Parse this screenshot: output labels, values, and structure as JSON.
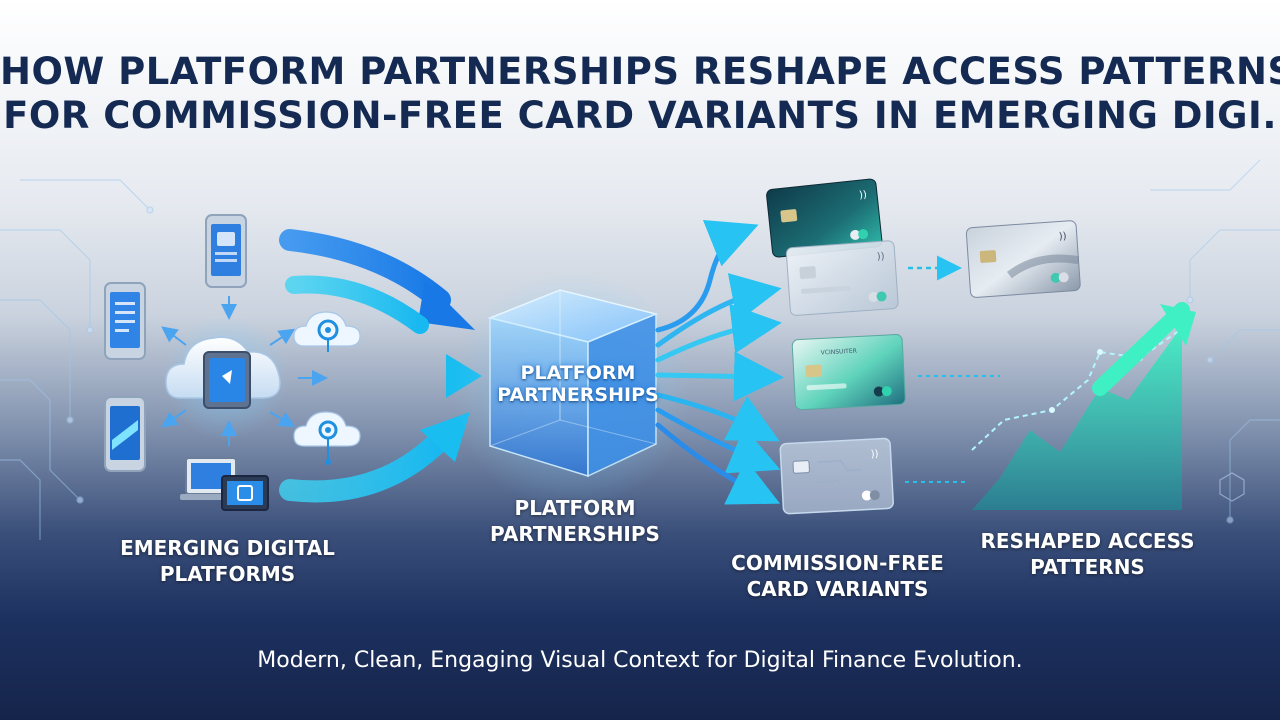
{
  "title": {
    "line1": "HOW PLATFORM PARTNERSHIPS RESHAPE ACCESS PATTERNS",
    "line2": "FOR COMMISSION-FREE CARD VARIANTS IN EMERGING DIGI."
  },
  "nodes": {
    "platforms": {
      "line1": "EMERGING DIGITAL",
      "line2": "PLATFORMS"
    },
    "hub_cube": {
      "line1": "PLATFORM",
      "line2": "PARTNERSHIPS"
    },
    "hub": {
      "line1": "PLATFORM",
      "line2": "PARTNERSHIPS"
    },
    "cards": {
      "line1": "COMMISSION-FREE",
      "line2": "CARD VARIANTS"
    },
    "access": {
      "line1": "RESHAPED ACCESS",
      "line2": "PATTERNS"
    }
  },
  "card_brand_text": "VCINSUITER",
  "caption": "Modern, Clean, Engaging Visual Context for Digital Finance Evolution.",
  "colors": {
    "title": "#142a52",
    "arrow_blue": "#1e9bf0",
    "arrow_cyan": "#35d0f0",
    "chart_teal": "#22c7a8",
    "cube_glow": "#5ab8ff"
  }
}
